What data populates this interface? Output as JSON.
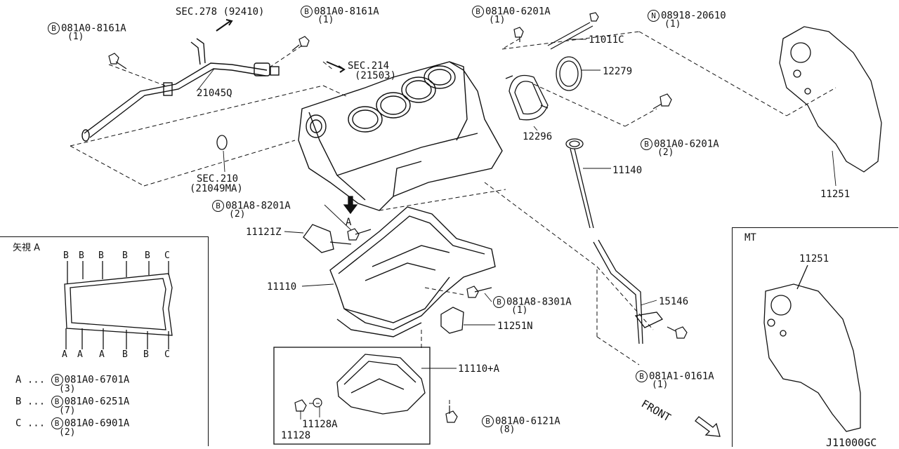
{
  "sections": {
    "sec278": "SEC.278",
    "sec278_code": "(92410)",
    "sec214": "SEC.214",
    "sec214_code": "(21503)",
    "sec210": "SEC.210",
    "sec210_code": "(21049MA)"
  },
  "parts": {
    "p21045Q": "21045Q",
    "p11011C": "11011C",
    "p12279": "12279",
    "p12296": "12296",
    "p11140": "11140",
    "p11251": "11251",
    "p11251b": "11251",
    "p11121Z": "11121Z",
    "p11110": "11110",
    "p11251N": "11251N",
    "p15146": "15146",
    "p11110A": "11110+A",
    "p11128": "11128",
    "p11128A": "11128A",
    "diagram_code": "J11000GC"
  },
  "bolts": {
    "b1": {
      "prefix": "B",
      "code": "081A0-8161A",
      "qty": "(1)"
    },
    "b2": {
      "prefix": "B",
      "code": "081A0-8161A",
      "qty": "(1)"
    },
    "b3": {
      "prefix": "B",
      "code": "081A0-6201A",
      "qty": "(1)"
    },
    "n1": {
      "prefix": "N",
      "code": "08918-20610",
      "qty": "(1)"
    },
    "b4": {
      "prefix": "B",
      "code": "081A0-6201A",
      "qty": "(2)"
    },
    "b5": {
      "prefix": "B",
      "code": "081A8-8201A",
      "qty": "(2)"
    },
    "b6": {
      "prefix": "B",
      "code": "081A8-8301A",
      "qty": "(1)"
    },
    "b7": {
      "prefix": "B",
      "code": "081A1-0161A",
      "qty": "(1)"
    },
    "b8": {
      "prefix": "B",
      "code": "081A0-6121A",
      "qty": "(8)"
    }
  },
  "view_a": {
    "title": "矢視 A",
    "arrow_label": "A",
    "top_labels": [
      "B",
      "B",
      "B",
      "B",
      "B",
      "C"
    ],
    "bottom_labels": [
      "A",
      "A",
      "A",
      "B",
      "B",
      "C"
    ],
    "legend": [
      {
        "key": "A ...",
        "prefix": "B",
        "code": "081A0-6701A",
        "qty": "(3)"
      },
      {
        "key": "B ...",
        "prefix": "B",
        "code": "081A0-6251A",
        "qty": "(7)"
      },
      {
        "key": "C ...",
        "prefix": "B",
        "code": "081A0-6901A",
        "qty": "(2)"
      }
    ]
  },
  "mt_panel": {
    "title": "MT"
  },
  "front_label": "FRONT"
}
